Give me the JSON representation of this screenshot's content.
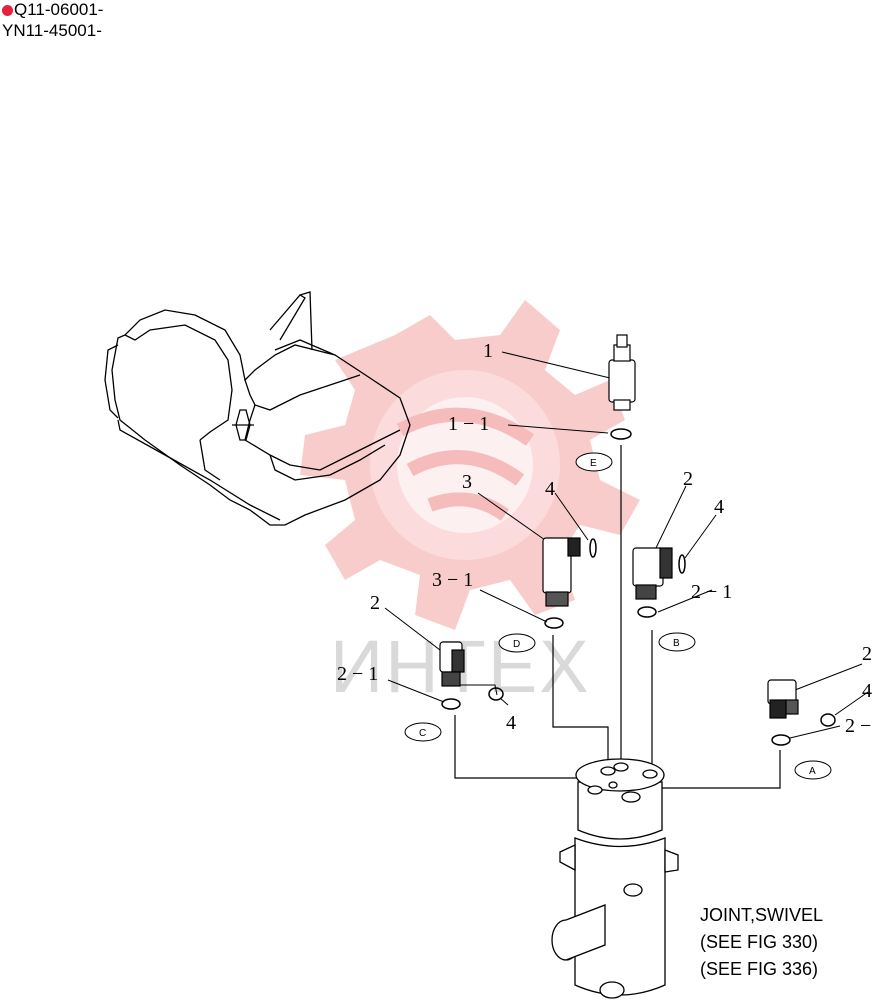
{
  "header": {
    "serial_1": "Q11-06001-",
    "serial_2": "YN11-45001-"
  },
  "note": {
    "line_1": "JOINT,SWIVEL",
    "line_2": "(SEE FIG 330)",
    "line_3": "(SEE FIG 336)"
  },
  "watermark": {
    "text": "ИНТЕХ",
    "color": "#f7c6c6"
  },
  "callouts": {
    "c1": "1",
    "c1_1": "1 − 1",
    "c3": "3",
    "c4_top": "4",
    "c3_1": "3 − 1",
    "c2_b": "2",
    "c4_b": "4",
    "c2_1_b": "2 − 1",
    "c2_c": "2",
    "c2_1_c": "2 − 1",
    "c4_c": "4",
    "c2_a": "2",
    "c4_a": "4",
    "c2_1_a": "2 −"
  },
  "ports": {
    "e": "E",
    "d": "D",
    "b": "B",
    "c": "C",
    "a": "A"
  }
}
